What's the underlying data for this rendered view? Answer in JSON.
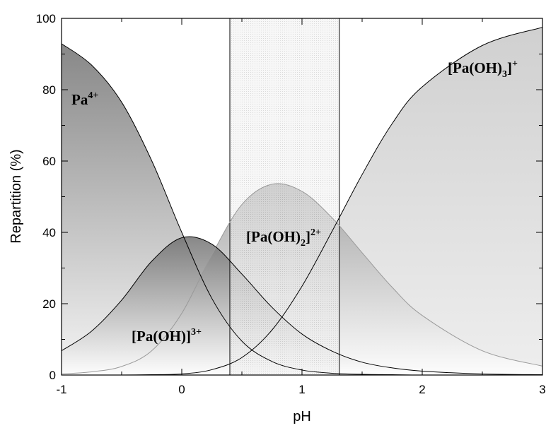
{
  "chart_data": {
    "type": "area",
    "title": "",
    "xlabel": "pH",
    "ylabel": "Repartition (%)",
    "xlim": [
      -1,
      3
    ],
    "ylim": [
      0,
      100
    ],
    "xticks": [
      "-1",
      "0",
      "1",
      "2",
      "3"
    ],
    "yticks": [
      "0",
      "20",
      "40",
      "60",
      "80",
      "100"
    ],
    "grid": false,
    "highlight_band": {
      "x_start": 0.4,
      "x_end": 1.31
    },
    "x": [
      -1.0,
      -0.75,
      -0.5,
      -0.25,
      0.0,
      0.25,
      0.5,
      0.75,
      1.0,
      1.25,
      1.5,
      1.75,
      2.0,
      2.5,
      3.0
    ],
    "series": [
      {
        "name": "Pa4+",
        "label_base": "Pa",
        "label_sup": "4+",
        "values": [
          92.9,
          86.9,
          76.5,
          60.1,
          40.0,
          21.5,
          9.5,
          3.8,
          1.4,
          0.5,
          0.2,
          0.1,
          0.0,
          0.0,
          0.0
        ]
      },
      {
        "name": "[Pa(OH)]3+",
        "label_base": "[Pa(OH)]",
        "label_sup": "3+",
        "values": [
          6.8,
          12.3,
          21.0,
          31.9,
          38.5,
          36.7,
          28.3,
          19.0,
          11.5,
          6.7,
          3.6,
          2.0,
          1.1,
          0.3,
          0.1
        ]
      },
      {
        "name": "[Pa(OH)2]2+",
        "label_base": "[Pa(OH)",
        "label_sub": "2",
        "label_close": "]",
        "label_sup": "2+",
        "values": [
          0.3,
          0.9,
          2.4,
          6.8,
          17.3,
          33.7,
          47.8,
          53.5,
          51.5,
          44.1,
          34.3,
          24.6,
          16.7,
          6.8,
          2.5
        ]
      },
      {
        "name": "[Pa(OH)3]+",
        "label_base": "[Pa(OH)",
        "label_sub": "3",
        "label_close": "]",
        "label_sup": "+",
        "values": [
          0.0,
          0.0,
          0.0,
          0.1,
          0.3,
          1.5,
          4.9,
          12.6,
          24.9,
          40.3,
          56.2,
          70.5,
          80.8,
          92.4,
          97.5
        ]
      }
    ]
  }
}
